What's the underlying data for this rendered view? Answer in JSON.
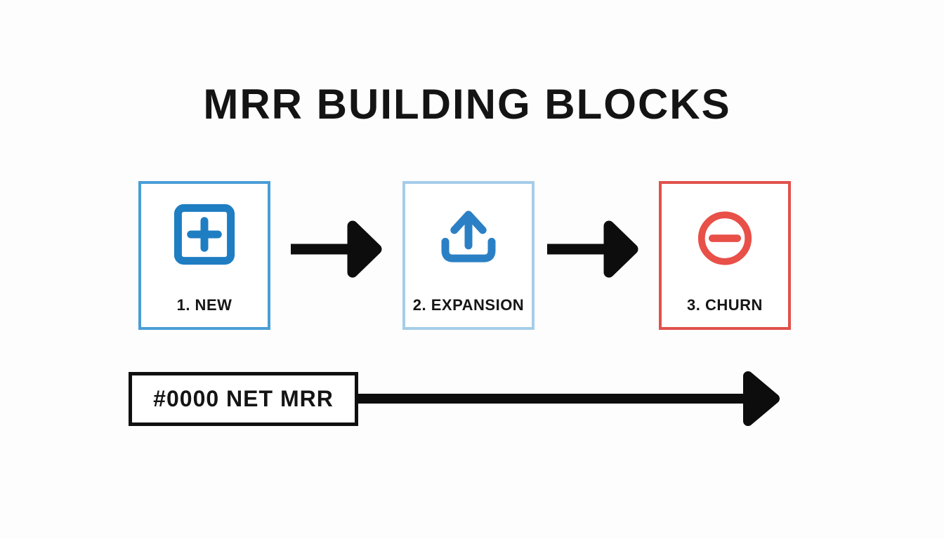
{
  "title": "MRR BUILDING BLOCKS",
  "blocks": [
    {
      "label": "1. NEW",
      "icon": "plus-square-icon",
      "border_color": "#4a9ed6",
      "icon_color": "#1f7ec2"
    },
    {
      "label": "2. EXPANSION",
      "icon": "upload-icon",
      "border_color": "#a5cde9",
      "icon_color": "#2b80c5"
    },
    {
      "label": "3. CHURN",
      "icon": "minus-circle-icon",
      "border_color": "#e0514b",
      "icon_color": "#e85048"
    }
  ],
  "net_mrr": {
    "label": "#0000 NET MRR",
    "border_color": "#101010"
  },
  "colors": {
    "background": "#fdfdfd",
    "arrow": "#0d0d0d",
    "title_text": "#141414",
    "label_text": "#161616"
  }
}
